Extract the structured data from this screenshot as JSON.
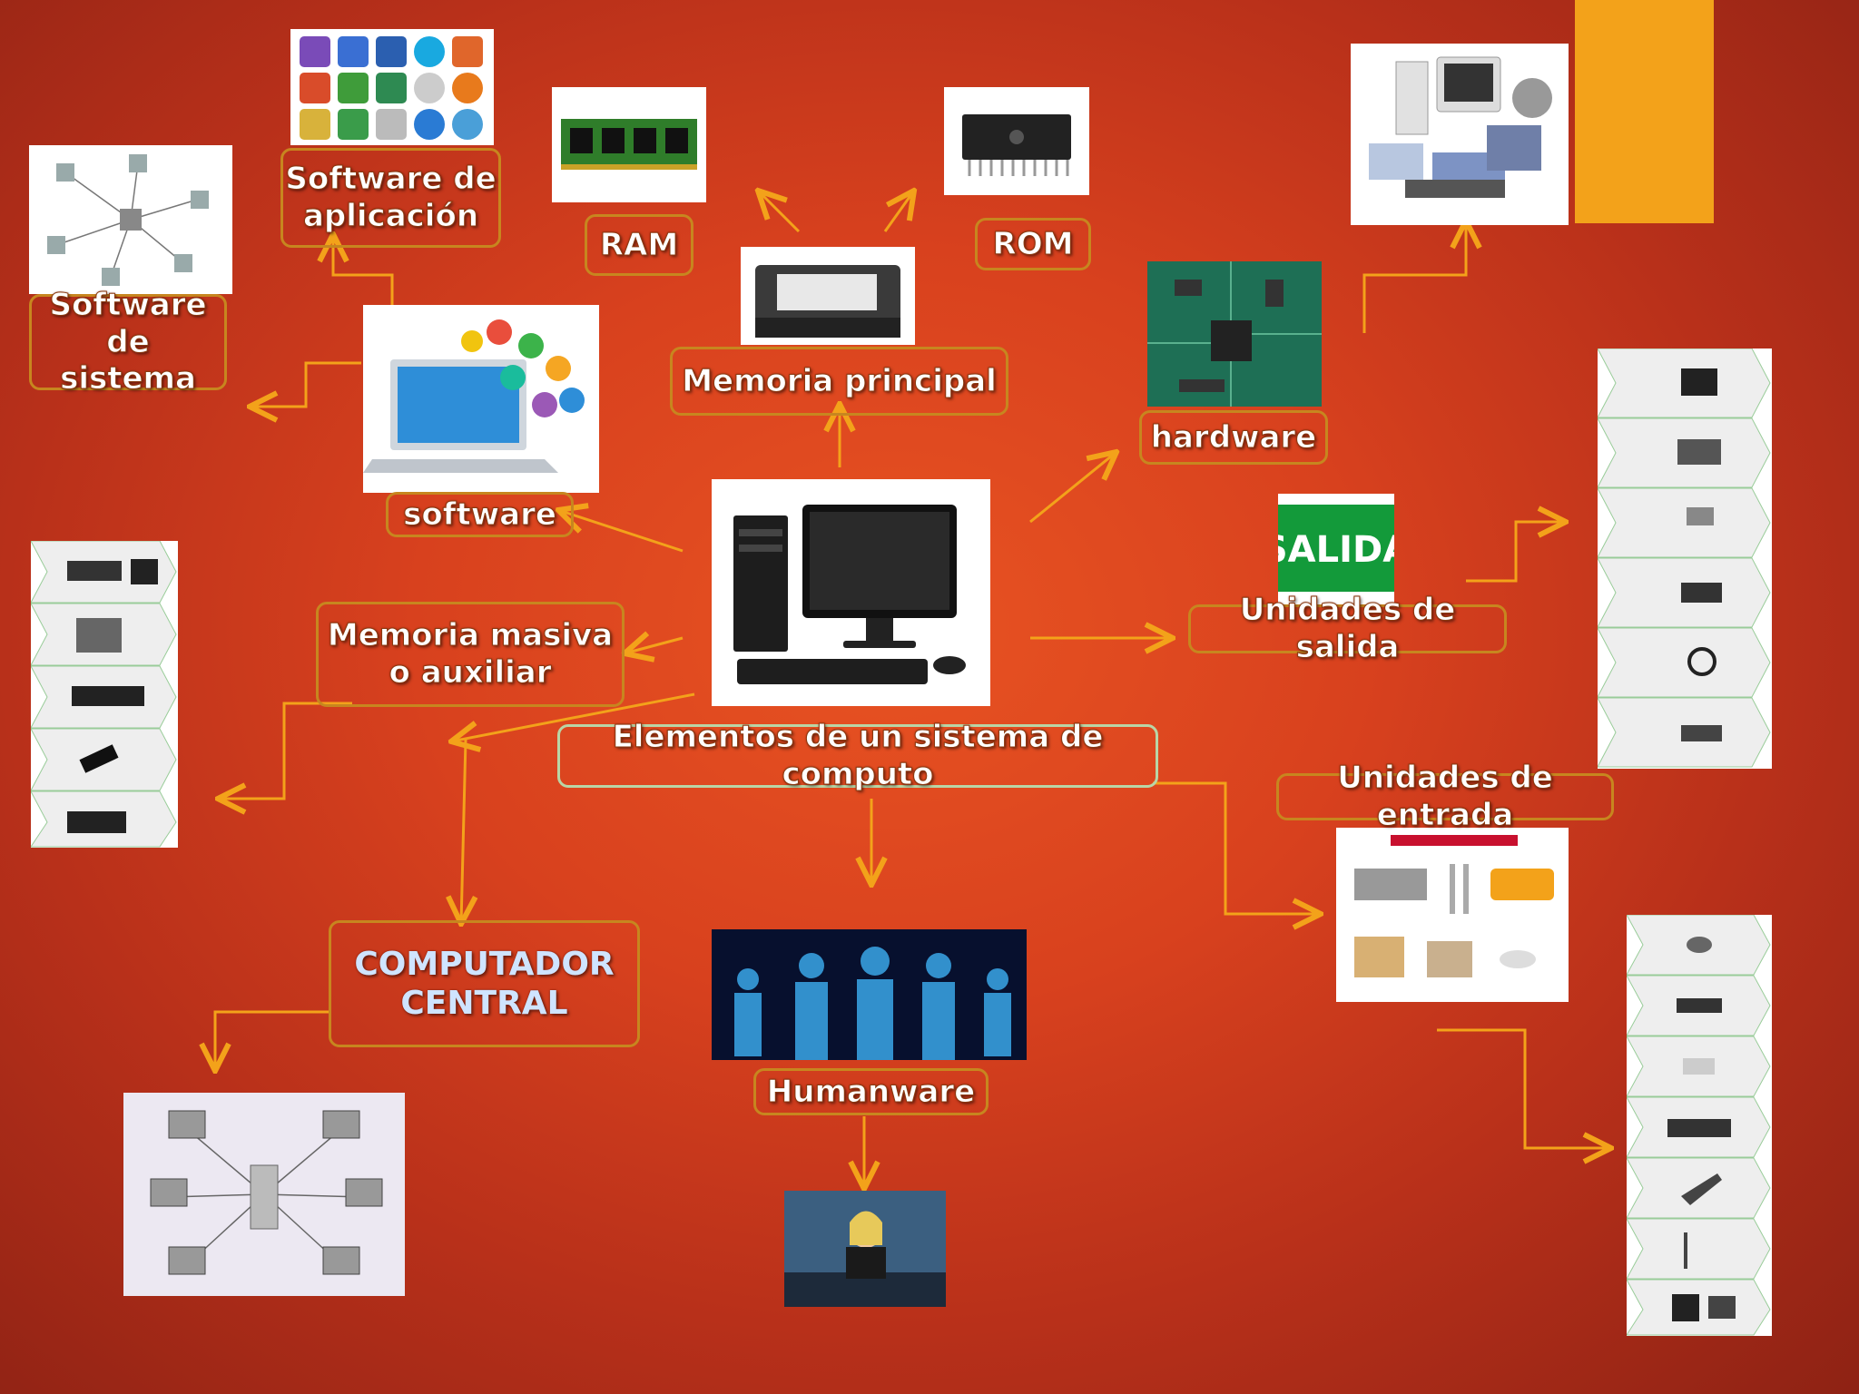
{
  "nodes": {
    "central": "Elementos de un sistema de computo",
    "hardware": "hardware",
    "software": "software",
    "memoria_principal": "Memoria principal",
    "ram": "RAM",
    "rom": "ROM",
    "software_aplicacion": "Software de\naplicación",
    "software_sistema": "Software de\nsistema",
    "memoria_masiva": "Memoria masiva\no auxiliar",
    "computador_central": "COMPUTADOR\nCENTRAL",
    "humanware": "Humanware",
    "unidades_salida": "Unidades de salida",
    "unidades_entrada": "Unidades de entrada"
  },
  "images": {
    "salida_sign": "SALIDA"
  },
  "colors": {
    "background": "#d8411e",
    "accent": "#f3a21a",
    "label_border": "#c7861f",
    "central_border": "#b9d5a6",
    "arrow": "#f3a21a"
  }
}
